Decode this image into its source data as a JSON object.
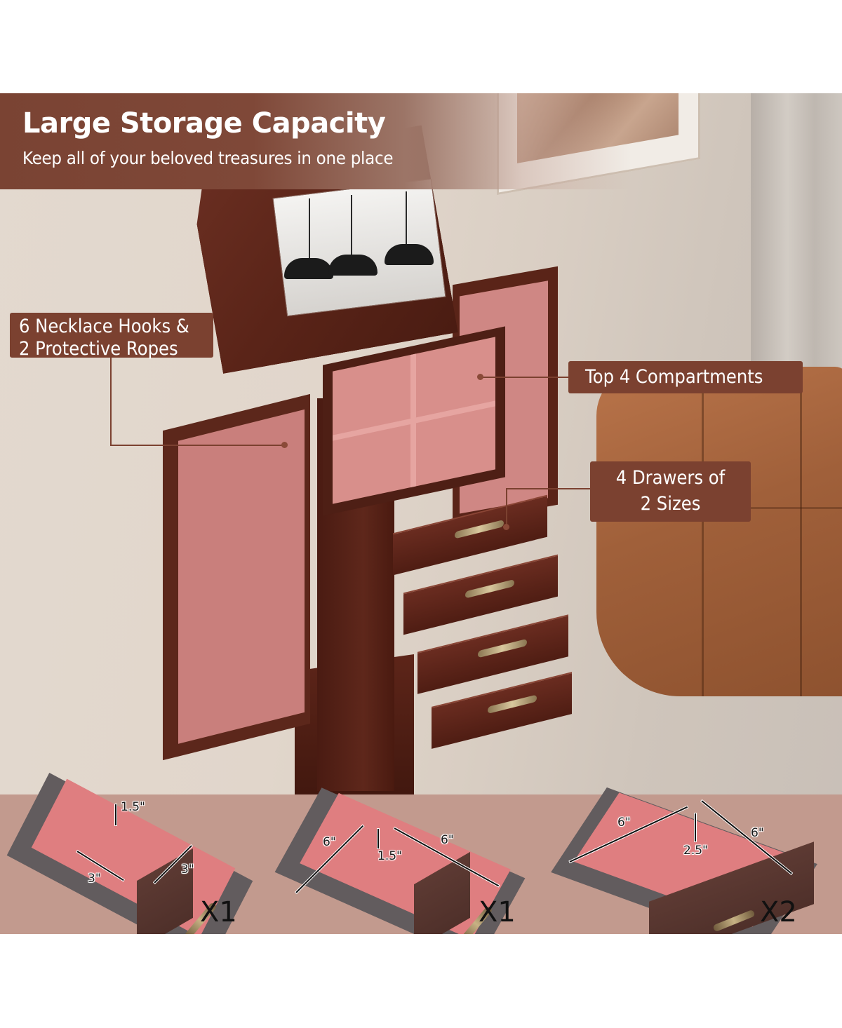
{
  "header": {
    "title": "Large Storage Capacity",
    "subtitle": "Keep all of your beloved treasures in one place"
  },
  "callouts": [
    {
      "id": "necklace",
      "lines": [
        "6 Necklace Hooks &",
        "2 Protective Ropes"
      ]
    },
    {
      "id": "compartments",
      "lines": [
        "Top 4 Compartments"
      ]
    },
    {
      "id": "drawers",
      "lines": [
        "4 Drawers of",
        "2 Sizes"
      ]
    }
  ],
  "drawer_specs": [
    {
      "name": "Top compartment tray",
      "dimensions": {
        "depth": "1.5\"",
        "compartment_width": "3\"",
        "compartment_length": "3\""
      },
      "labels": [
        "1.5\"",
        "3\"",
        "3\""
      ],
      "quantity": "X1"
    },
    {
      "name": "Shallow drawer",
      "dimensions": {
        "width": "6\"",
        "length": "6\"",
        "depth": "1.5\""
      },
      "labels": [
        "6\"",
        "6\"",
        "1.5\""
      ],
      "quantity": "X1"
    },
    {
      "name": "Deep drawer",
      "dimensions": {
        "width": "6\"",
        "length": "6\"",
        "depth": "2.5\""
      },
      "labels": [
        "6\"",
        "6\"",
        "2.5\""
      ],
      "quantity": "X2"
    }
  ],
  "colors": {
    "banner_brown": "#7b4130",
    "panel_rose": "#c29a8e",
    "velvet_pink": "#df7e80",
    "wood_dark": "#5a2418"
  }
}
